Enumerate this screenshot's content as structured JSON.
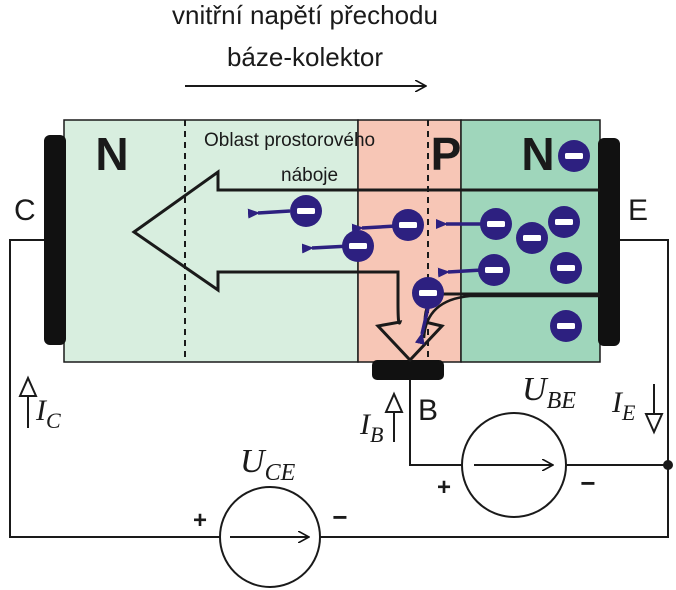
{
  "header": {
    "line1": "vnitřní napětí přechodu",
    "line2": "báze-kolektor"
  },
  "regions": {
    "collector_label": "N",
    "base_label": "P",
    "emitter_label": "N",
    "depletion_line1": "Oblast prostorového",
    "depletion_line2": "náboje"
  },
  "terminals": {
    "collector": "C",
    "emitter": "E",
    "base": "B"
  },
  "currents": {
    "ic_main": "I",
    "ic_sub": "C",
    "ib_main": "I",
    "ib_sub": "B",
    "ie_main": "I",
    "ie_sub": "E"
  },
  "sources": {
    "ube_main": "U",
    "ube_sub": "BE",
    "uce_main": "U",
    "uce_sub": "CE",
    "ube_plus": "+",
    "ube_minus": "−",
    "uce_plus": "+",
    "uce_minus": "−"
  },
  "electron_sign": "−",
  "colors": {
    "collector_fill": "#d8eedf",
    "base_fill": "#f7c6b6",
    "emitter_fill": "#9fd6bb",
    "electron": "#2d2080",
    "contact": "#111111"
  }
}
